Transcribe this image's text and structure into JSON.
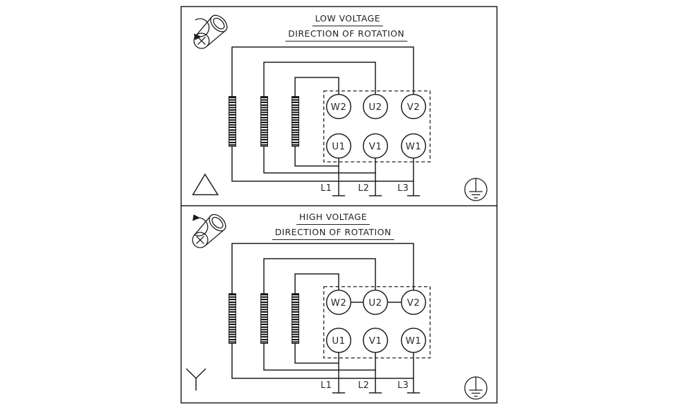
{
  "colors": {
    "line": "#1d1d1d",
    "text": "#2a2a2a",
    "background": "#ffffff"
  },
  "low_voltage": {
    "title": "LOW VOLTAGE",
    "subtitle": "DIRECTION OF ROTATION",
    "connection_symbol": "delta",
    "terminals": {
      "w2": "W2",
      "u2": "U2",
      "v2": "V2",
      "u1": "U1",
      "v1": "V1",
      "w1": "W1"
    },
    "leads": {
      "l1": "L1",
      "l2": "L2",
      "l3": "L3"
    }
  },
  "high_voltage": {
    "title": "HIGH VOLTAGE",
    "subtitle": "DIRECTION OF ROTATION",
    "connection_symbol": "wye",
    "terminals": {
      "w2": "W2",
      "u2": "U2",
      "v2": "V2",
      "u1": "U1",
      "v1": "V1",
      "w1": "W1"
    },
    "leads": {
      "l1": "L1",
      "l2": "L2",
      "l3": "L3"
    }
  }
}
